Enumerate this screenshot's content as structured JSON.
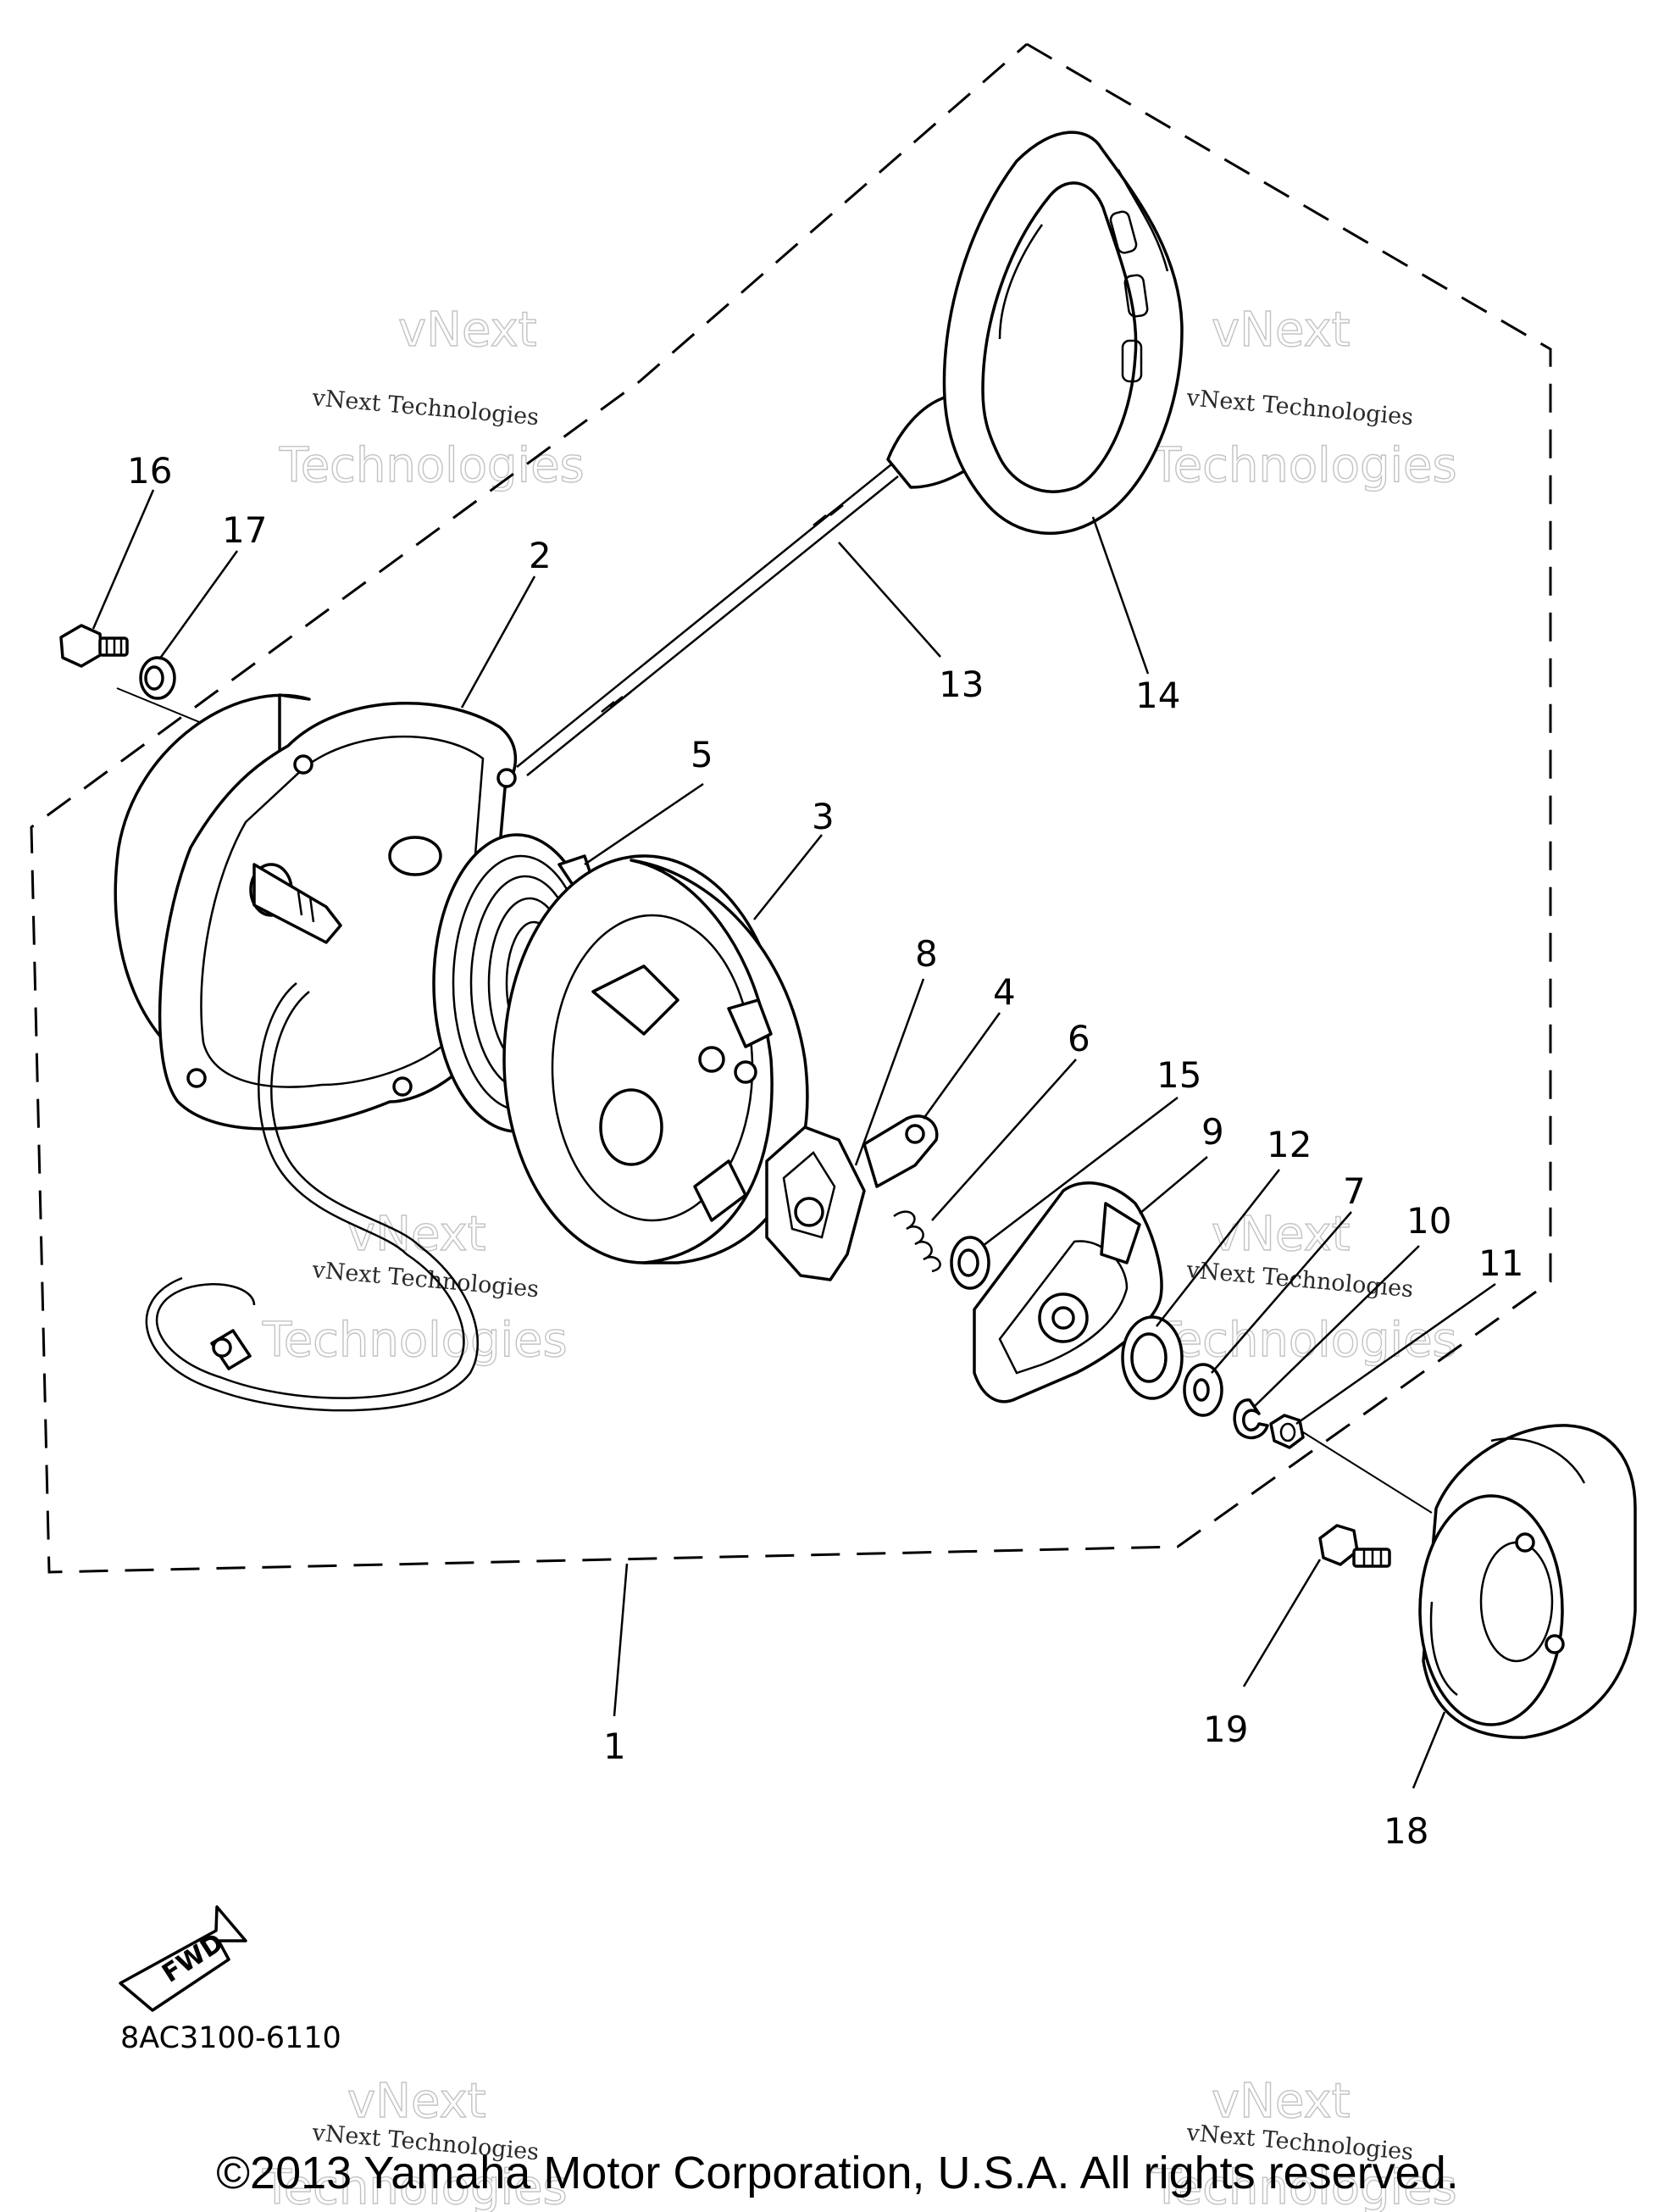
{
  "diagram": {
    "callouts": {
      "p1": "1",
      "p2": "2",
      "p3": "3",
      "p4": "4",
      "p5": "5",
      "p6": "6",
      "p7": "7",
      "p8": "8",
      "p9": "9",
      "p10": "10",
      "p11": "11",
      "p12": "12",
      "p13": "13",
      "p14": "14",
      "p15": "15",
      "p16": "16",
      "p17": "17",
      "p18": "18",
      "p19": "19"
    },
    "fwd_label": "FWD",
    "code": "8AC3100-6110"
  },
  "watermark": {
    "brand_text": "vNext Technologies",
    "outline_line1": "vNext",
    "outline_line2": "Technologies"
  },
  "footer": {
    "copyright": "©2013 Yamaha Motor Corporation, U.S.A. All rights reserved."
  },
  "colors": {
    "line": "#000000",
    "background": "#ffffff",
    "watermark_outline": "#b9b9b9"
  }
}
